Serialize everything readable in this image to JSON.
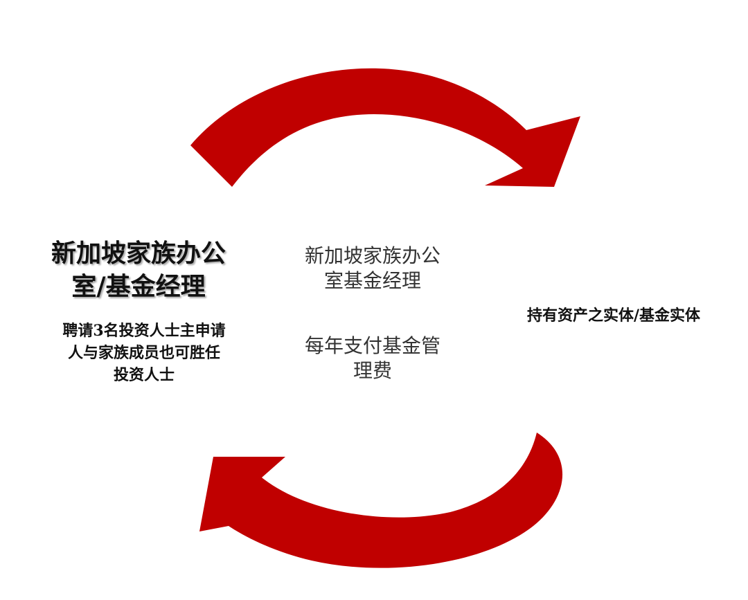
{
  "colors": {
    "arrow_fill": "#c00000",
    "text": "#111111",
    "center_text": "#333333",
    "background": "#ffffff"
  },
  "left": {
    "title_lines": [
      "新加坡家族办公",
      "室/基金经理"
    ],
    "desc_lines": [
      "聘请3名投资人士主申请",
      "人与家族成员也可胜任",
      "投资人士"
    ]
  },
  "center": {
    "top_lines": [
      "新加坡家族办公",
      "室基金经理"
    ],
    "bottom_lines": [
      "每年支付基金管",
      "理费"
    ]
  },
  "right": {
    "label": "持有资产之实体/基金实体"
  },
  "arrows": [
    {
      "name": "top-arrow",
      "direction": "clockwise-right"
    },
    {
      "name": "bottom-arrow",
      "direction": "clockwise-left"
    }
  ]
}
